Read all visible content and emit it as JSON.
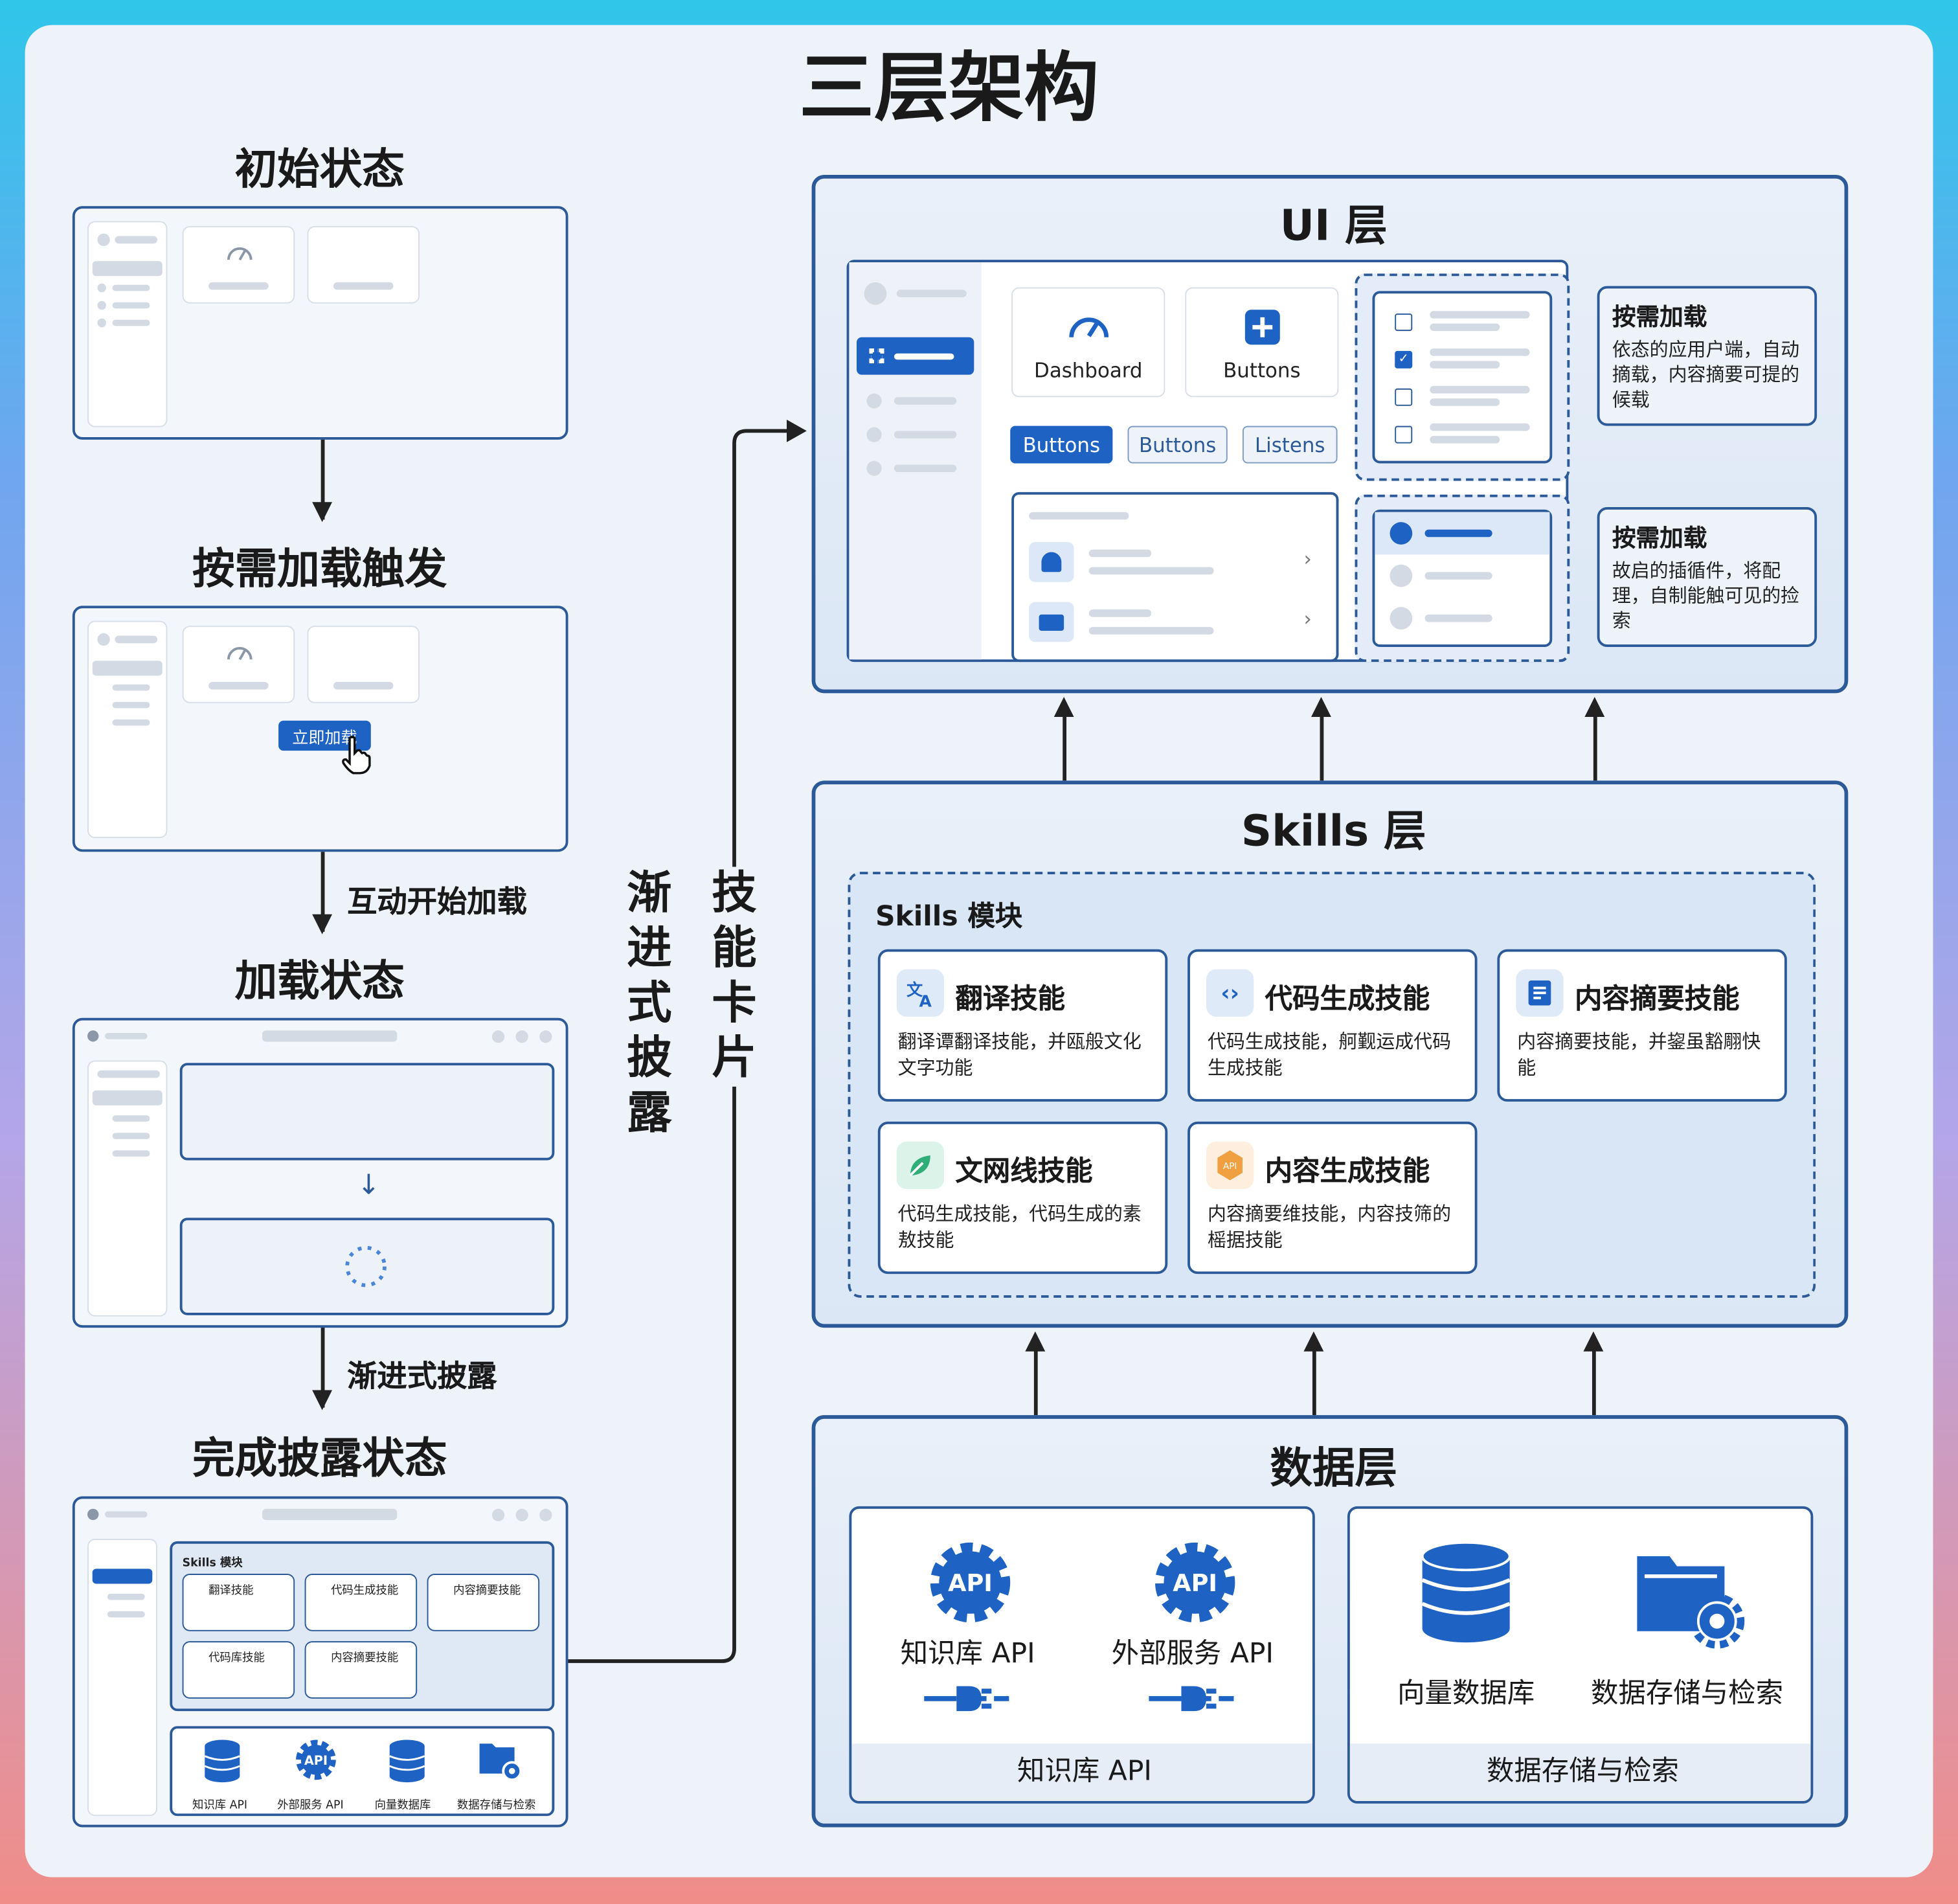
{
  "title": "三层架构",
  "colors": {
    "accent": "#1e63c4",
    "border": "#2c5a99",
    "green": "#2fae78",
    "orange": "#f0a040"
  },
  "left": {
    "states": [
      "初始状态",
      "按需加载触发",
      "加载状态",
      "完成披露状态"
    ],
    "transitions": [
      "互动开始加载",
      "渐进式披露"
    ],
    "load_button": "立即加载",
    "final_mock": {
      "module_title": "Skills 模块",
      "cards": [
        "翻译技能",
        "代码生成技能",
        "内容摘要技能",
        "代码库技能",
        "内容摘要技能"
      ],
      "data_items": [
        "知识库 API",
        "外部服务 API",
        "向量数据库",
        "数据存储与检索"
      ],
      "icons": [
        "database-icon",
        "api-gear-icon",
        "database-icon",
        "folder-gear-icon"
      ]
    }
  },
  "vertical_labels": [
    "渐进式披露",
    "技能卡片"
  ],
  "ui_layer": {
    "title": "UI 层",
    "tiles": [
      {
        "label": "Dashboard",
        "icon": "gauge-icon"
      },
      {
        "label": "Buttons",
        "icon": "plus-icon"
      }
    ],
    "tabs": [
      {
        "label": "Buttons",
        "active": true
      },
      {
        "label": "Buttons",
        "active": false
      },
      {
        "label": "Listens",
        "active": false
      }
    ],
    "callouts": [
      {
        "title": "按需加载",
        "text": "依态的应用户端，自动摘载，内容摘要可提的候载"
      },
      {
        "title": "按需加载",
        "text": "故启的插循件，将配理，自制能触可见的捡索"
      }
    ]
  },
  "skills_layer": {
    "title": "Skills 层",
    "module_title": "Skills 模块",
    "cards": [
      {
        "title": "翻译技能",
        "desc": "翻译谭翻译技能，并瓯般文化文字功能",
        "icon": "translate-icon"
      },
      {
        "title": "代码生成技能",
        "desc": "代码生成技能，舸觐运成代码生成技能",
        "icon": "code-icon"
      },
      {
        "title": "内容摘要技能",
        "desc": "内容摘要技能，并鋆虽豁翢快能",
        "icon": "document-icon"
      },
      {
        "title": "文网线技能",
        "desc": "代码生成技能，代码生成的素敖技能",
        "icon": "leaf-icon"
      },
      {
        "title": "内容生成技能",
        "desc": "内容摘要维技能，内容技筛的榣据技能",
        "icon": "api-badge-icon"
      }
    ]
  },
  "data_layer": {
    "title": "数据层",
    "groups": [
      {
        "footer": "知识库 API",
        "items": [
          {
            "label": "知识库 API",
            "icon": "api-gear-icon"
          },
          {
            "label": "外部服务 API",
            "icon": "api-gear-icon"
          }
        ]
      },
      {
        "footer": "数据存储与检索",
        "items": [
          {
            "label": "向量数据库",
            "icon": "database-icon"
          },
          {
            "label": "数据存储与检索",
            "icon": "folder-gear-icon"
          }
        ]
      }
    ],
    "api_badge": "API"
  }
}
